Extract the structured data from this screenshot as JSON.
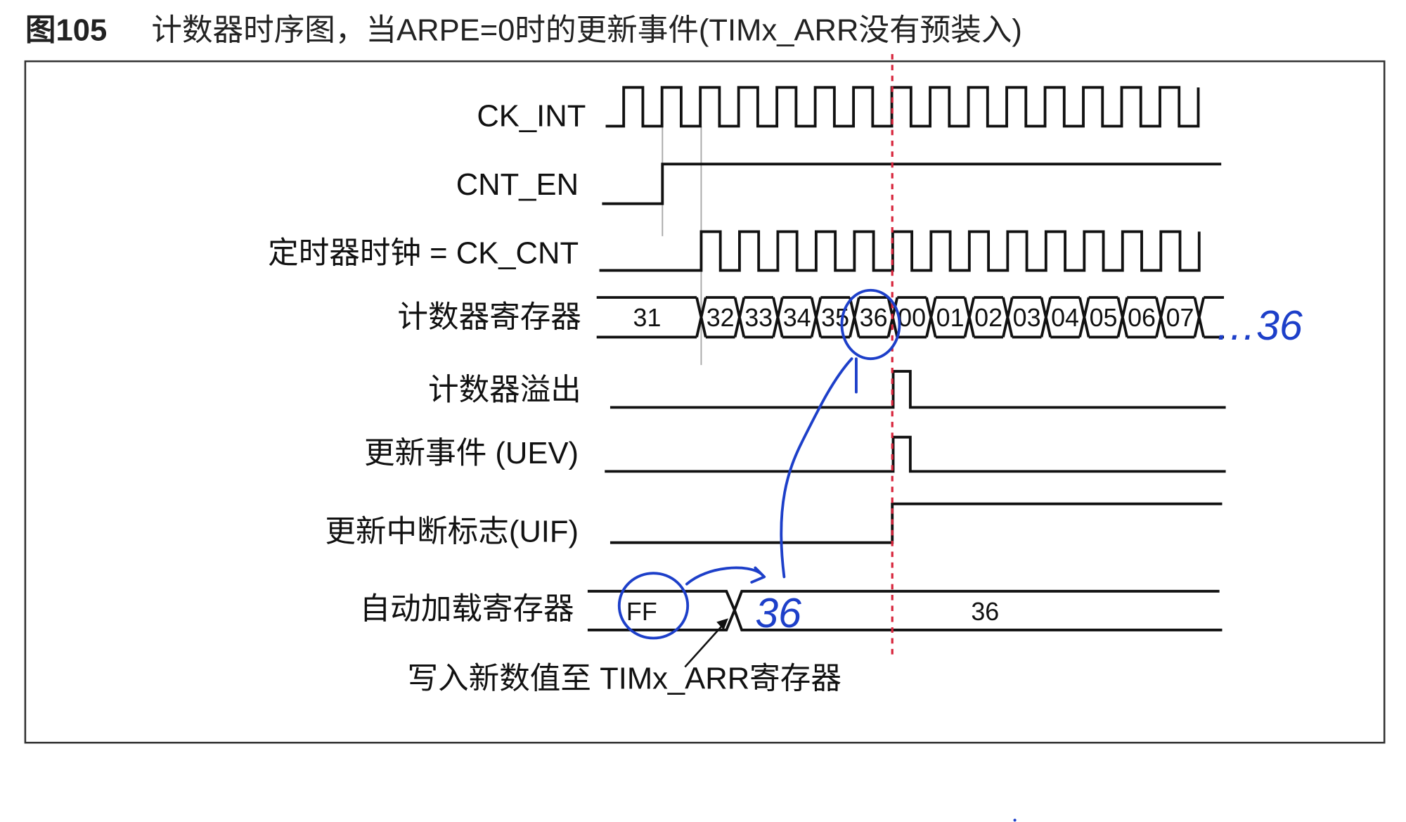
{
  "figure": {
    "number": "图105",
    "caption": "计数器时序图，当ARPE=0时的更新事件(TIMx_ARR没有预装入)"
  },
  "signals": {
    "ck_int": "CK_INT",
    "cnt_en": "CNT_EN",
    "ck_cnt": "定时器时钟 = CK_CNT",
    "counter_reg": "计数器寄存器",
    "overflow": "计数器溢出",
    "uev": "更新事件 (UEV)",
    "uif": "更新中断标志(UIF)",
    "arr_reg": "自动加载寄存器"
  },
  "counter_values": [
    "31",
    "32",
    "33",
    "34",
    "35",
    "36",
    "00",
    "01",
    "02",
    "03",
    "04",
    "05",
    "06",
    "07"
  ],
  "arr_values": [
    "FF",
    "36"
  ],
  "note": "写入新数值至 TIMx_ARR寄存器",
  "handwriting": {
    "arr_new": "36",
    "counter_tail": "…36"
  },
  "colors": {
    "ink": "#1d3fc9",
    "marker": "#d7263d",
    "line": "#111111",
    "guide": "#aaaaaa"
  }
}
